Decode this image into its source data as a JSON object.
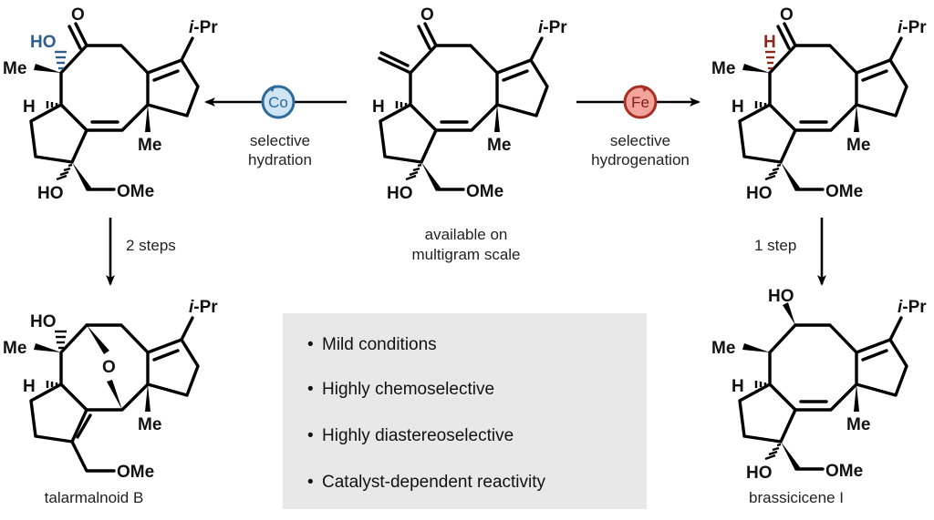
{
  "colors": {
    "cobalt_fill": "#cfe4f4",
    "cobalt_stroke": "#2e6a9c",
    "cobalt_text": "#2e6a9c",
    "iron_fill": "#f2a49b",
    "iron_stroke": "#a73026",
    "iron_text": "#7a1d16",
    "highlight_HO": "#2e5f8f",
    "highlight_H": "#8b2a1e",
    "box_bg": "#e8e8e8"
  },
  "molecules": {
    "start": {
      "caption": [
        "available on",
        "multigram scale"
      ],
      "atoms": {
        "O": "O",
        "H": "H",
        "Me": "Me",
        "HO": "HO",
        "OMe": "OMe",
        "iPr_i": "i",
        "iPr_rest": "-Pr"
      }
    },
    "hydration_product": {
      "atoms": {
        "O": "O",
        "HO_top": "HO",
        "Me_left": "Me",
        "H": "H",
        "Me": "Me",
        "HO": "HO",
        "OMe": "OMe",
        "iPr_i": "i",
        "iPr_rest": "-Pr"
      }
    },
    "hydrogenation_product": {
      "atoms": {
        "O": "O",
        "H_top": "H",
        "Me_left": "Me",
        "H": "H",
        "Me": "Me",
        "HO": "HO",
        "OMe": "OMe",
        "iPr_i": "i",
        "iPr_rest": "-Pr"
      }
    },
    "talarmalnoid_b": {
      "name": "talarmalnoid B",
      "atoms": {
        "HO_top": "HO",
        "Me_left": "Me",
        "H": "H",
        "O_bridge": "O",
        "Me": "Me",
        "OMe": "OMe",
        "iPr_i": "i",
        "iPr_rest": "-Pr"
      }
    },
    "brassicicene_i": {
      "name": "brassicicene I",
      "atoms": {
        "HO_top": "HO",
        "Me_left": "Me",
        "H": "H",
        "Me": "Me",
        "HO": "HO",
        "OMe": "OMe",
        "iPr_i": "i",
        "iPr_rest": "-Pr"
      }
    }
  },
  "reactions": {
    "hydration": {
      "catalyst": "Co",
      "label": [
        "selective",
        "hydration"
      ],
      "icon": "cobalt-catalyst-cycle-icon"
    },
    "hydrogenation": {
      "catalyst": "Fe",
      "label": [
        "selective",
        "hydrogenation"
      ],
      "icon": "iron-catalyst-cycle-icon"
    },
    "to_talarmalnoid": {
      "label": "2 steps"
    },
    "to_brassicicene": {
      "label": "1 step"
    }
  },
  "features": {
    "bullet": "•",
    "items": [
      "Mild conditions",
      "Highly chemoselective",
      "Highly diastereoselective",
      "Catalyst-dependent reactivity"
    ]
  }
}
